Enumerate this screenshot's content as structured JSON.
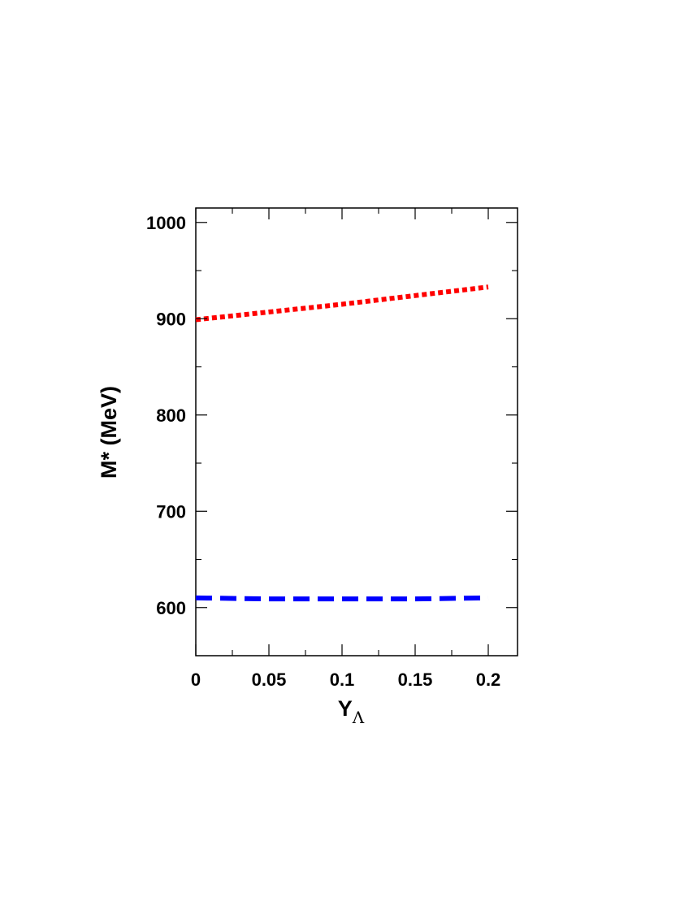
{
  "chart_data": {
    "type": "line",
    "xlabel": "Y",
    "xlabel_subscript": "Λ",
    "ylabel": "M* (MeV)",
    "xlim": [
      0,
      0.22
    ],
    "ylim": [
      550,
      1015
    ],
    "x_ticks": [
      0,
      0.05,
      0.1,
      0.15,
      0.2
    ],
    "x_tick_labels": [
      "0",
      "0.05",
      "0.1",
      "0.15",
      "0.2"
    ],
    "x_minor_step": 0.025,
    "y_ticks": [
      600,
      700,
      800,
      900,
      1000
    ],
    "y_tick_labels": [
      "600",
      "700",
      "800",
      "900",
      "1000"
    ],
    "y_minor_step": 50,
    "grid": false,
    "legend": "none",
    "series": [
      {
        "style": "dotted",
        "color": "#ff0000",
        "x": [
          0,
          0.05,
          0.1,
          0.15,
          0.2
        ],
        "y": [
          899,
          907,
          915,
          924,
          933
        ]
      },
      {
        "style": "dashed",
        "color": "#0000ff",
        "x": [
          0,
          0.05,
          0.1,
          0.15,
          0.2
        ],
        "y": [
          610,
          609,
          609,
          609,
          610
        ]
      }
    ]
  }
}
